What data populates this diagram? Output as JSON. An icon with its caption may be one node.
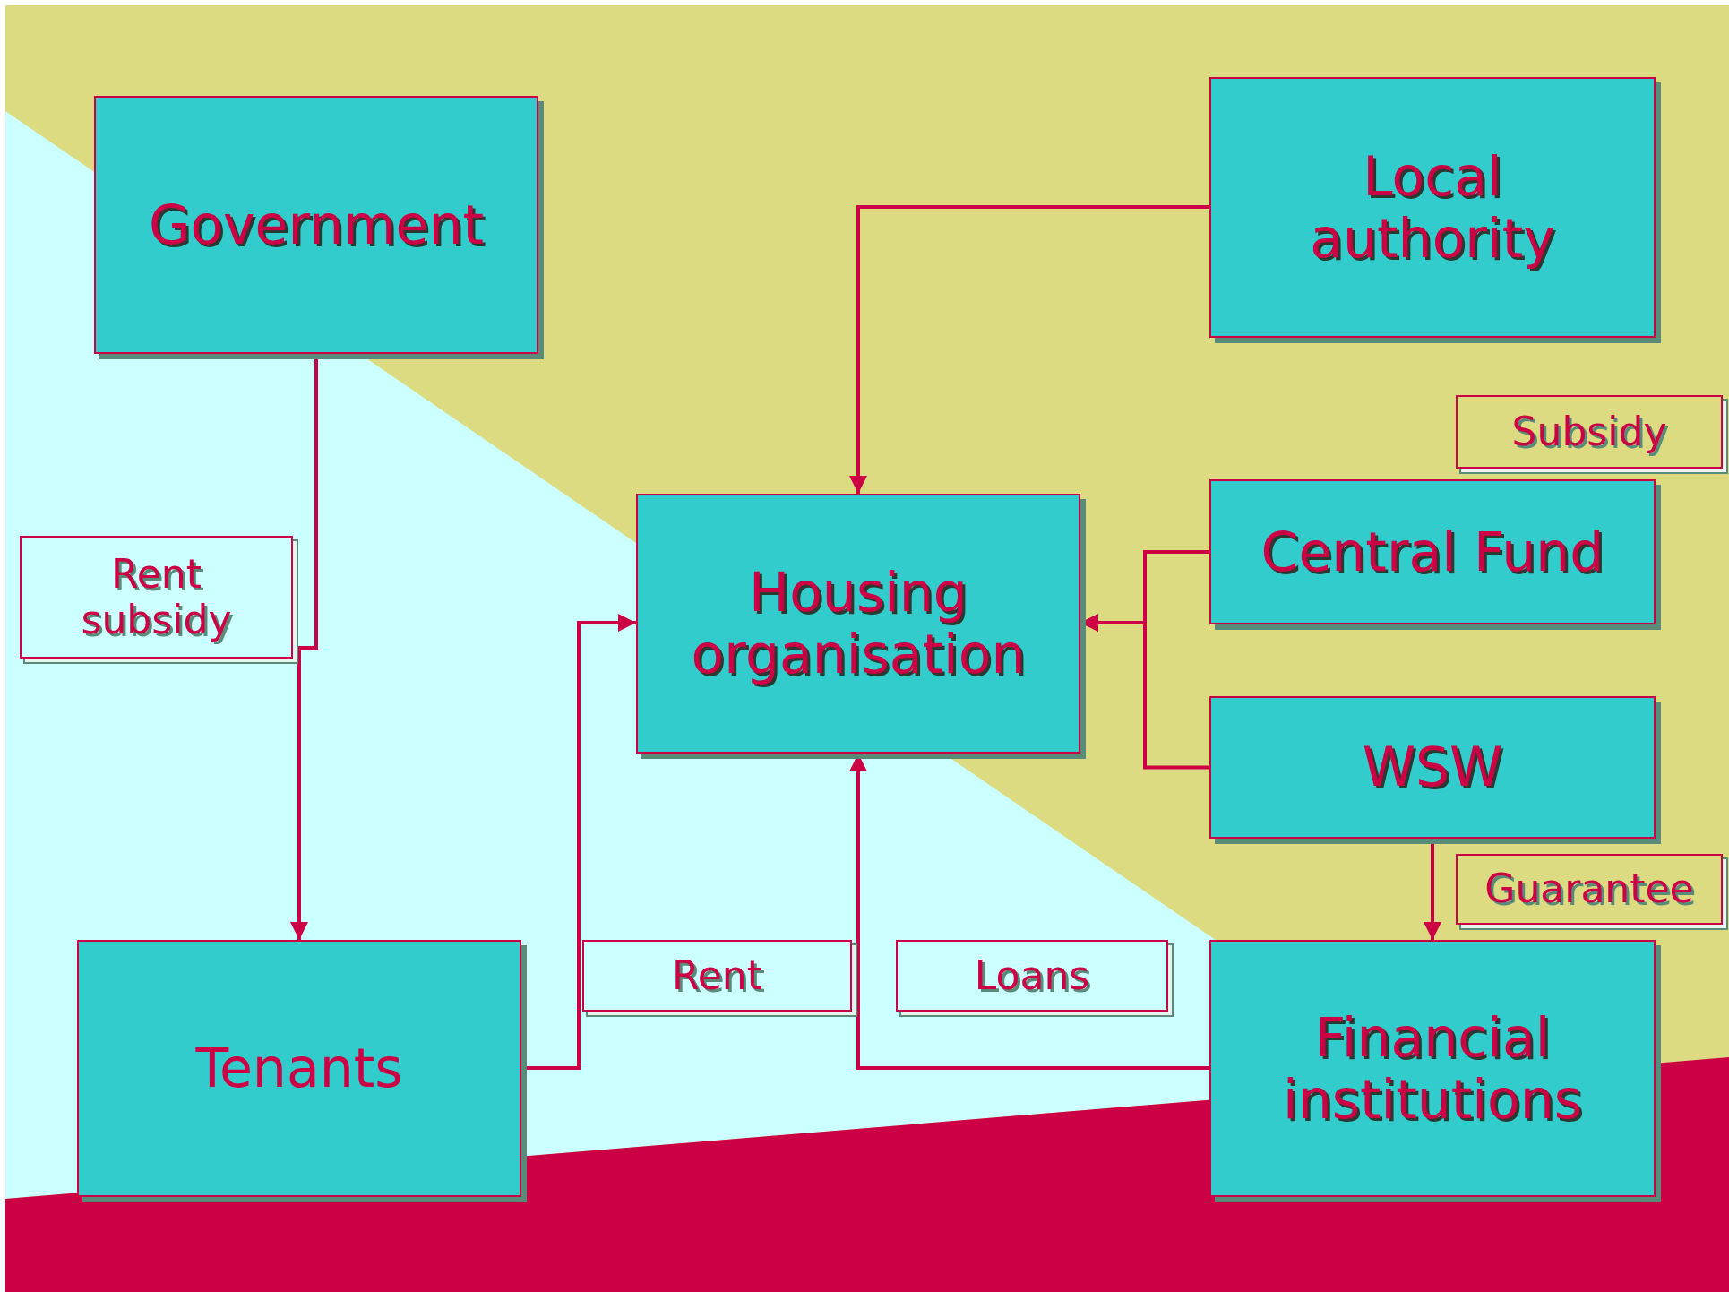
{
  "diagram": {
    "nodes": [
      {
        "text": [
          "Government"
        ]
      },
      {
        "text": [
          "Local authority"
        ]
      },
      {
        "text": [
          "Subsidy"
        ]
      },
      {
        "text": [
          "Central Fund"
        ]
      },
      {
        "text": [
          "Rent subsidy"
        ]
      },
      {
        "text": [
          "Housing organisation"
        ]
      },
      {
        "text": [
          "WSW"
        ]
      },
      {
        "text": [
          "Guarantee"
        ]
      },
      {
        "text": [
          "Rent"
        ]
      },
      {
        "text": [
          "Loans"
        ]
      },
      {
        "text": [
          "Tenants"
        ]
      },
      {
        "text": [
          "Financial institutions"
        ]
      }
    ],
    "edges": [
      {
        "from": 0,
        "to": 10,
        "arrow": "to"
      },
      {
        "from": 1,
        "to": 5,
        "arrow": "to"
      },
      {
        "from": 3,
        "to": 5,
        "arrow": "to"
      },
      {
        "from": 6,
        "to": 5,
        "arrow": "to"
      },
      {
        "from": 10,
        "to": 5,
        "arrow": "to"
      },
      {
        "from": 11,
        "to": 5,
        "arrow": "to"
      },
      {
        "from": 6,
        "to": 11,
        "arrow": "to"
      }
    ]
  }
}
